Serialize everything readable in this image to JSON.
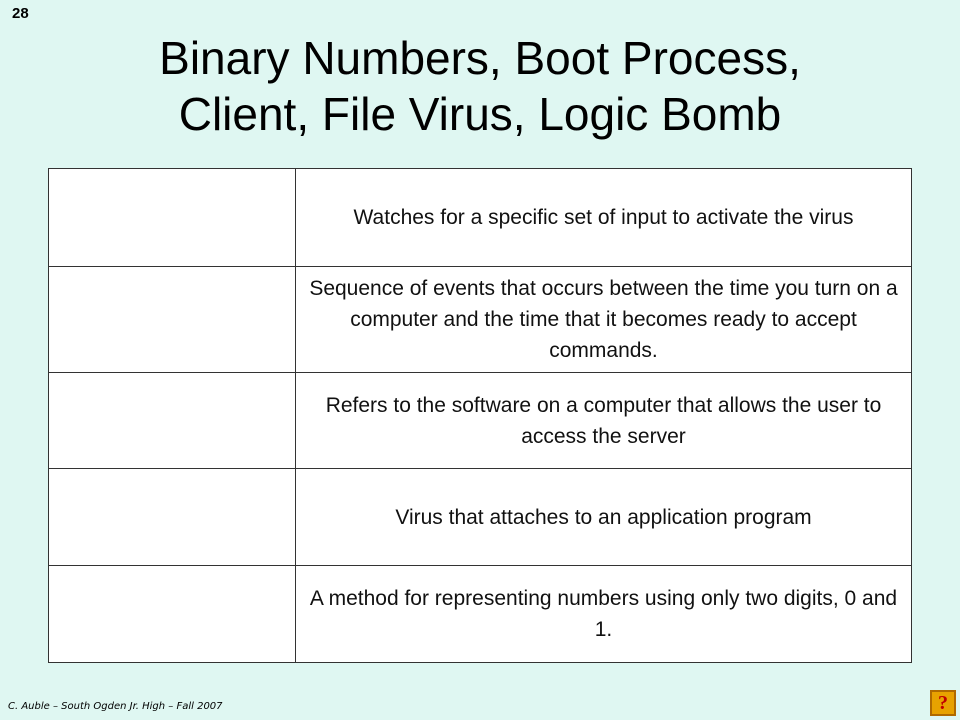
{
  "slide_number": "28",
  "title_lines": [
    "Binary Numbers, Boot Process,",
    "Client, File Virus, Logic Bomb"
  ],
  "rows": [
    {
      "term": "",
      "definition": "Watches for a specific set of input to activate the virus"
    },
    {
      "term": "",
      "definition": "Sequence of events that occurs between the time you turn on a computer and the time that it becomes ready to accept commands."
    },
    {
      "term": "",
      "definition": "Refers to the software on a computer that allows the user to access the server"
    },
    {
      "term": "",
      "definition": "Virus that attaches to an application program"
    },
    {
      "term": "",
      "definition": "A method for representing numbers using only two digits, 0 and 1."
    }
  ],
  "footer": "C. Auble – South Ogden Jr. High – Fall 2007",
  "help_icon": {
    "name": "help-icon",
    "glyph": "?"
  },
  "colors": {
    "background": "#dff7f2",
    "table_background": "#ffffff",
    "border": "#333333"
  }
}
